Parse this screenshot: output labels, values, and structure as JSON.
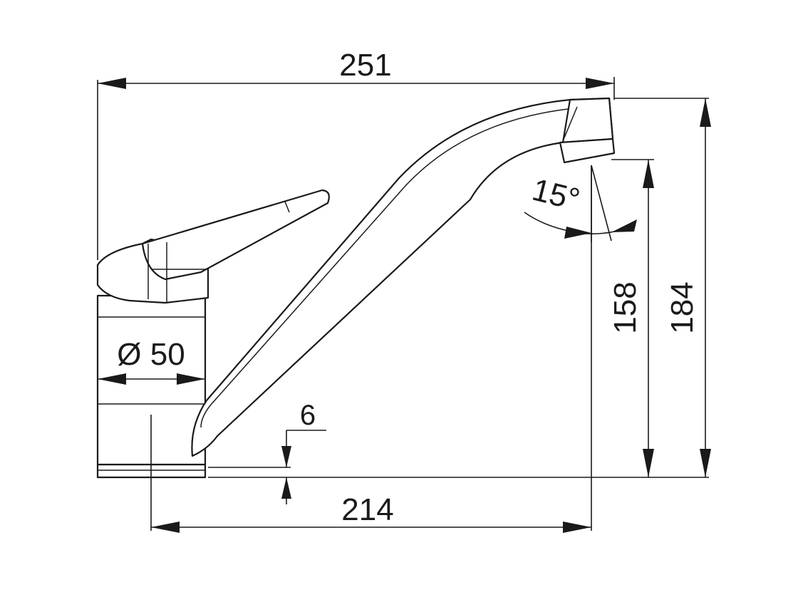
{
  "dimensions": {
    "overall_width": "251",
    "reach": "214",
    "spout_height": "158",
    "overall_height": "184",
    "base_diameter": "Ø 50",
    "spout_clearance": "6",
    "spout_angle": "15°"
  }
}
